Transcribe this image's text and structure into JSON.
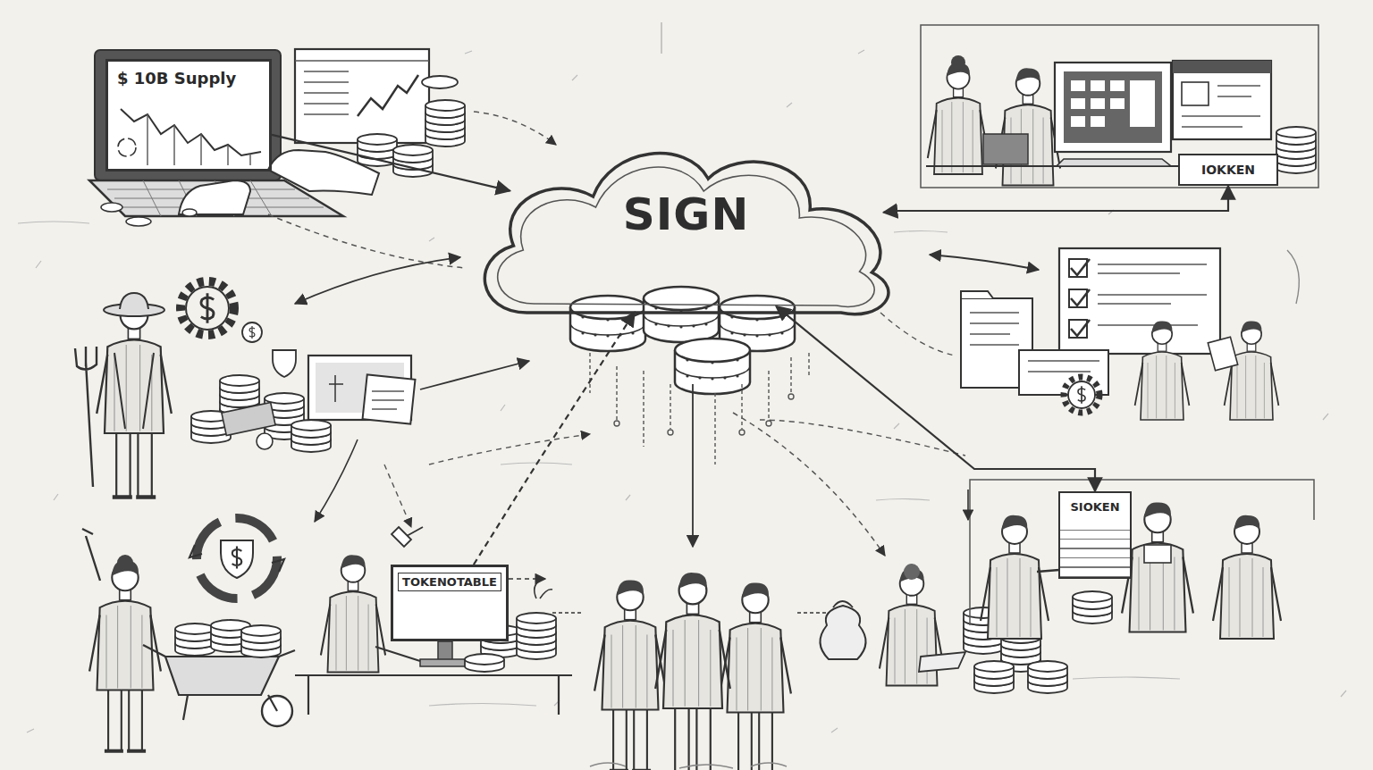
{
  "diagram": {
    "nodes": [
      {
        "text": [
          "$ 10B Supply"
        ]
      },
      {
        "text": [
          "SIGN"
        ]
      },
      {
        "text": [
          "IOKKEN"
        ]
      },
      {
        "text": [
          "TOKENOTABLE"
        ]
      },
      {
        "text": [
          "SIOKEN"
        ]
      }
    ],
    "edges": [
      {
        "from": 0,
        "to": 1,
        "arrow": "to"
      },
      {
        "from": 1,
        "to": 2,
        "arrow": "both"
      },
      {
        "from": 1,
        "to": 4,
        "arrow": "both"
      },
      {
        "from": 3,
        "to": 1,
        "arrow": "to"
      }
    ]
  }
}
